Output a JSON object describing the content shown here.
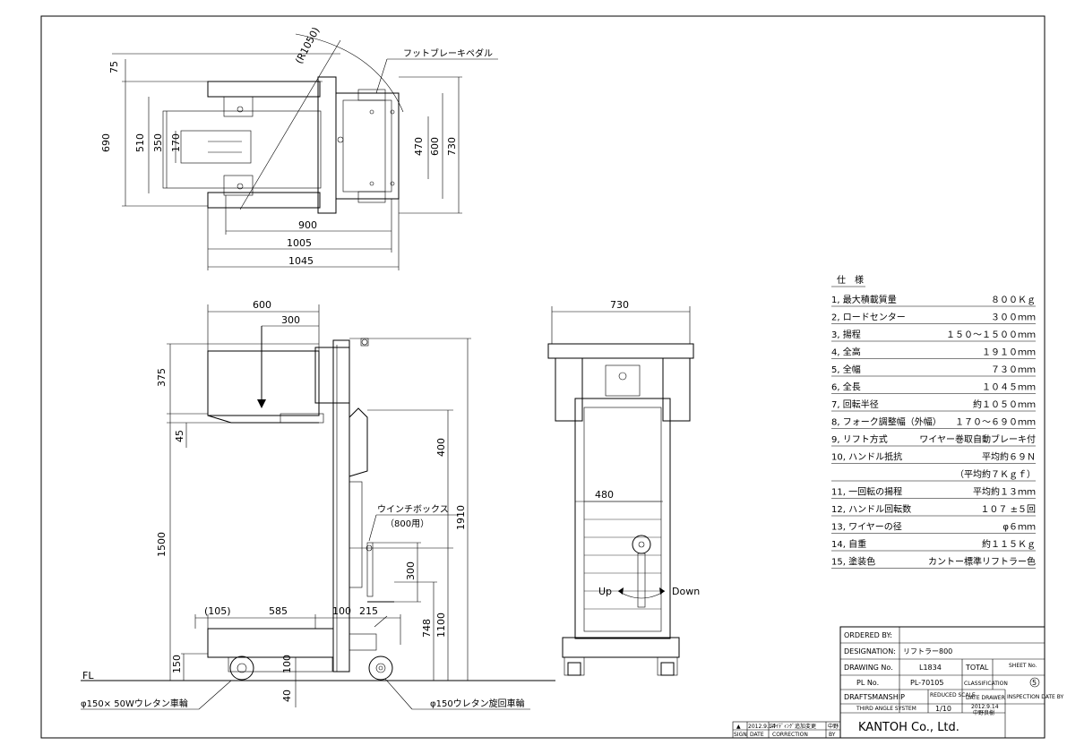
{
  "top_view": {
    "dims": {
      "d75": "75",
      "d690": "690",
      "d510": "510",
      "d350": "350",
      "d170": "170",
      "d470": "470",
      "d600": "600",
      "d730": "730",
      "d900": "900",
      "d1005": "1005",
      "d1045": "1045",
      "r1050": "(R1050)"
    },
    "callout": "フットブレーキペダル"
  },
  "side_view": {
    "dims": {
      "d600": "600",
      "d300": "300",
      "d375": "375",
      "d45": "45",
      "d1500": "1500",
      "d150": "150",
      "d100v": "100",
      "d40": "40",
      "d400": "400",
      "d1910": "1910",
      "d1100": "1100",
      "d748": "748",
      "d300v": "300",
      "d105": "(105)",
      "d585": "585",
      "d100": "100",
      "d215": "215"
    },
    "fl_label": "FL",
    "winch_callout_1": "ウインチボックス",
    "winch_callout_2": "（800用）",
    "wheel_left": "φ150× 50Wウレタン車輪",
    "wheel_right": "φ150ウレタン旋回車輪"
  },
  "front_view": {
    "dims": {
      "d730": "730",
      "d480": "480"
    },
    "up": "Up",
    "down": "Down"
  },
  "spec_table": {
    "title": "仕　様",
    "rows": [
      {
        "label": "1, 最大積載質量",
        "value": "８００Ｋｇ"
      },
      {
        "label": "2, ロードセンター",
        "value": "３００ｍｍ"
      },
      {
        "label": "3, 揚程",
        "value": "１５０～１５００ｍｍ"
      },
      {
        "label": "4, 全高",
        "value": "１９１０ｍｍ"
      },
      {
        "label": "5, 全幅",
        "value": "７３０ｍｍ"
      },
      {
        "label": "6, 全長",
        "value": "１０４５ｍｍ"
      },
      {
        "label": "7, 回転半径",
        "value": "約１０５０ｍｍ"
      },
      {
        "label": "8, フォーク調整幅（外幅）",
        "value": "１７０～６９０ｍｍ"
      },
      {
        "label": "9, リフト方式",
        "value": "ワイヤー巻取自動ブレーキ付"
      },
      {
        "label": "10, ハンドル抵抗",
        "value": "平均約６９Ｎ"
      },
      {
        "label": "",
        "value": "（平均約７Ｋｇｆ）"
      },
      {
        "label": "11, 一回転の揚程",
        "value": "平均約１３ｍｍ"
      },
      {
        "label": "12, ハンドル回転数",
        "value": "１０７ ±５回"
      },
      {
        "label": "13, ワイヤーの径",
        "value": "φ６ｍｍ"
      },
      {
        "label": "14, 自重",
        "value": "約１１５Ｋｇ"
      },
      {
        "label": "15, 塗装色",
        "value": "カントー標準リフトラー色"
      }
    ]
  },
  "title_block": {
    "ordered_by_label": "ORDERED BY:",
    "ordered_by_value": "",
    "designation_label": "DESIGNATION:",
    "designation_value": "リフトラー800",
    "drawing_no_label": "DRAWING No.",
    "drawing_no_value": "L1834",
    "total_label": "TOTAL",
    "sheet_label": "SHEET No.",
    "sheet_value": "5",
    "pl_no_label": "PL No.",
    "pl_no_value": "PL-70105",
    "classification_label": "CLASSIFICATION",
    "draftsmanship_label": "DRAFTSMANSHIP",
    "reduced_scale_label": "REDUCED SCALE",
    "date_drawer_label": "DATE DRAWER",
    "inspection_label": "INSPECTION DATE BY",
    "third_angle_label": "THIRD ANGLE SYSTEM",
    "scale_value": "1/10",
    "date_drawer_value": "2012.9.14",
    "drawer_name": "中野良樹",
    "company": "KANTOH Co., Ltd."
  },
  "revision_block": {
    "mark": "▲",
    "date": "2012.9.14",
    "correction": "ｽﾗｲﾃﾞｨﾝｸﾞ追加変更",
    "by": "中野",
    "sign_label": "SIGN",
    "date_label": "DATE",
    "correction_label": "CORRECTION",
    "by_label": "BY"
  }
}
